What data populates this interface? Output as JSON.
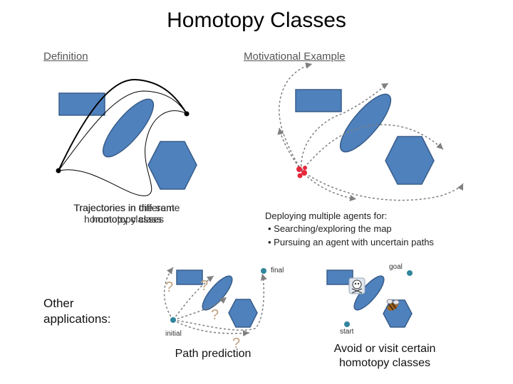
{
  "title": "Homotopy Classes",
  "definition": {
    "heading": "Definition",
    "caption_a": "Trajectories in different homotopy classes",
    "caption_b": "Trajectories in the same homotopy class"
  },
  "motivational": {
    "heading": "Motivational Example",
    "deploying": "Deploying multiple agents for:",
    "bullets": [
      "• Searching/exploring the map",
      "• Pursuing an agent with uncertain paths"
    ]
  },
  "other": {
    "heading_line1": "Other",
    "heading_line2": "applications:"
  },
  "path_prediction": {
    "label": "Path prediction",
    "initial": "initial",
    "final": "final",
    "question": "?"
  },
  "avoid_visit": {
    "label_line1": "Avoid or visit certain",
    "label_line2": "homotopy classes",
    "start": "start",
    "goal": "goal"
  },
  "colors": {
    "obstacle_fill": "#4f81bd",
    "obstacle_stroke": "#385d8a",
    "node_fill": "#31859c",
    "dashed_path": "#7f7f7f",
    "question_mark": "#c0a080",
    "agent_red": "#e8283c"
  },
  "icons": [
    "skull-crossbones-icon",
    "bee-icon",
    "red-agent-icon"
  ]
}
